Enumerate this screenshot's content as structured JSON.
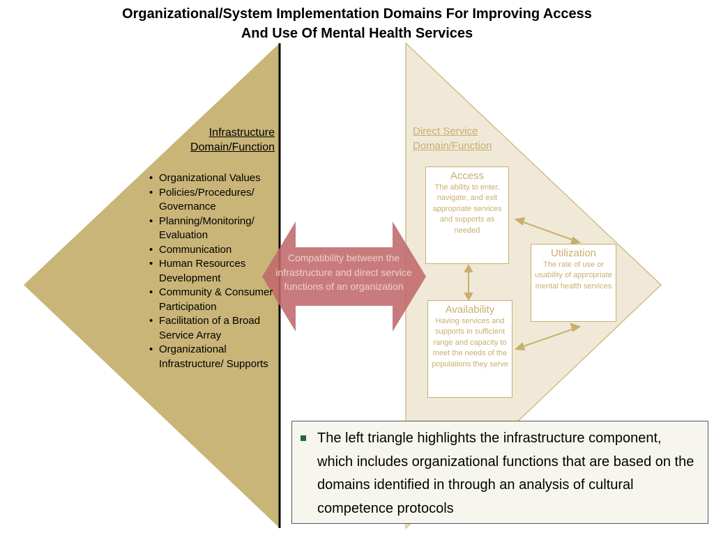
{
  "title": {
    "line1": "Organizational/System Implementation Domains For Improving Access",
    "line2": "And Use Of Mental Health Services"
  },
  "infrastructure": {
    "heading_line1": "Infrastructure",
    "heading_line2": "Domain/Function",
    "items": [
      "Organizational Values",
      "Policies/Procedures/ Governance",
      "Planning/Monitoring/ Evaluation",
      "Communication",
      "Human Resources Development",
      "Community & Consumer Participation",
      "Facilitation of a Broad Service Array",
      "Organizational Infrastructure/ Supports"
    ]
  },
  "arrow": {
    "text": "Compatibility between the infrastructure and direct service functions of an organization"
  },
  "direct_service": {
    "heading_line1": "Direct Service",
    "heading_line2": "Domain/Function",
    "access": {
      "title": "Access",
      "description": "The ability to enter, navigate, and exit appropriate services and supports as needed"
    },
    "utilization": {
      "title": "Utilization",
      "description": "The rate of use or usability of appropriate mental health services"
    },
    "availability": {
      "title": "Availability",
      "description": "Having services and supports in sufficient range and capacity to meet the needs of the populations they serve"
    }
  },
  "note": {
    "text": "The left triangle highlights the infrastructure component, which includes organizational functions that are based on the domains identified in through an analysis of cultural competence protocols"
  },
  "colors": {
    "left_triangle": "#c9b577",
    "right_triangle": "#f0e9d8",
    "right_outline": "#d1bd8a",
    "arrow_fill": "#c0696b",
    "box_text": "#c9ae6e",
    "note_bullet": "#1d6b3a"
  }
}
